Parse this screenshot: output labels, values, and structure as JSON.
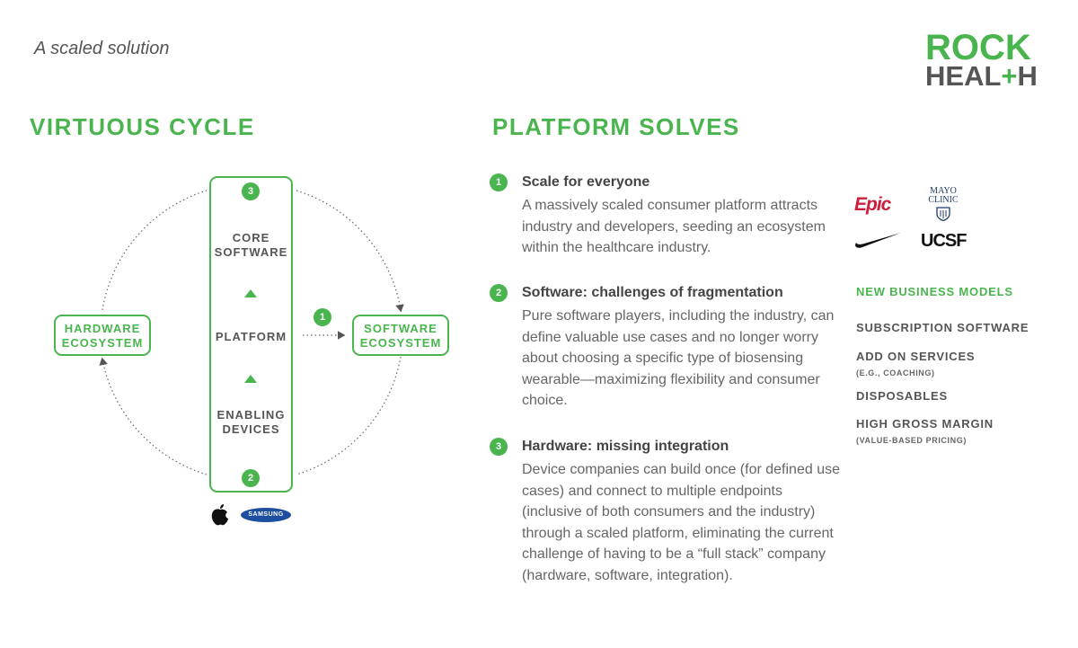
{
  "header": {
    "subtitle": "A scaled solution",
    "logo_line1": "ROCK",
    "logo_line2_a": "HEAL",
    "logo_line2_plus": "+",
    "logo_line2_b": "H"
  },
  "left": {
    "title": "VIRTUOUS CYCLE",
    "pillar": {
      "top_badge": "3",
      "bottom_badge": "2",
      "core_software": [
        "CORE",
        "SOFTWARE"
      ],
      "platform": "PLATFORM",
      "enabling_devices": [
        "ENABLING",
        "DEVICES"
      ]
    },
    "hardware_ecosystem": [
      "HARDWARE",
      "ECOSYSTEM"
    ],
    "software_ecosystem": [
      "SOFTWARE",
      "ECOSYSTEM"
    ],
    "arrow_badge": "1",
    "device_logos": {
      "samsung": "SAMSUNG"
    }
  },
  "right": {
    "title": "PLATFORM SOLVES",
    "items": [
      {
        "num": "1",
        "title": "Scale for everyone",
        "body": "A massively scaled consumer platform attracts industry and developers, seeding an ecosystem within the healthcare industry."
      },
      {
        "num": "2",
        "title": "Software: challenges of fragmentation",
        "body": "Pure software players, including the industry, can define valuable use cases and no longer worry about choosing a specific type of biosensing wearable—maximizing flexibility and consumer choice."
      },
      {
        "num": "3",
        "title": "Hardware: missing integration",
        "body": "Device companies can build once (for defined use cases) and connect to multiple endpoints (inclusive of both consumers and the industry) through a scaled platform, eliminating the current challenge of having to be a “full stack” company (hardware, software, integration)."
      }
    ],
    "partner_logos": {
      "epic": "Epic",
      "mayo": [
        "MAYO",
        "CLINIC"
      ],
      "ucsf": "UCSF"
    },
    "business_models": {
      "title": "NEW BUSINESS MODELS",
      "items": [
        {
          "label": "SUBSCRIPTION SOFTWARE",
          "note": ""
        },
        {
          "label": "ADD ON SERVICES",
          "note": "(E.G., COACHING)"
        },
        {
          "label": "DISPOSABLES",
          "note": ""
        },
        {
          "label": "HIGH GROSS MARGIN",
          "note": "(VALUE-BASED PRICING)"
        }
      ]
    }
  },
  "colors": {
    "accent": "#4ab54e",
    "text": "#555555",
    "epic": "#cc1f3c",
    "samsung": "#1d4fa0"
  }
}
